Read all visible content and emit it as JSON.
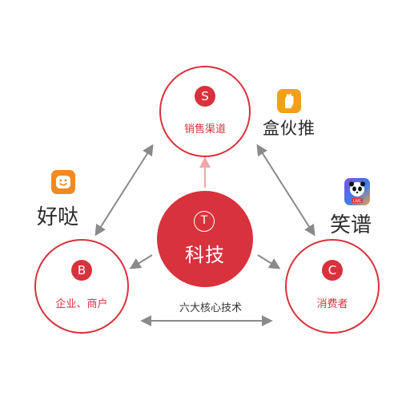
{
  "center": {
    "badge": "T",
    "label": "科技"
  },
  "nodes": {
    "s": {
      "badge": "S",
      "label": "销售渠道"
    },
    "b": {
      "badge": "B",
      "label": "企业、商户"
    },
    "c": {
      "badge": "C",
      "label": "消费者"
    }
  },
  "tech_label": "六大核心技术",
  "brands": {
    "hehuotui": {
      "name": "盒伙推",
      "icon": "raised-fist-icon"
    },
    "haoda": {
      "name": "好哒",
      "icon": "smiley-face-icon"
    },
    "xiaopu": {
      "name": "笑谱",
      "icon": "panda-face-icon",
      "badge": "LIVE"
    }
  },
  "colors": {
    "accent": "#d8323c",
    "arrow_gray": "#8a8a8a",
    "light_red": "#f2a6a6"
  }
}
